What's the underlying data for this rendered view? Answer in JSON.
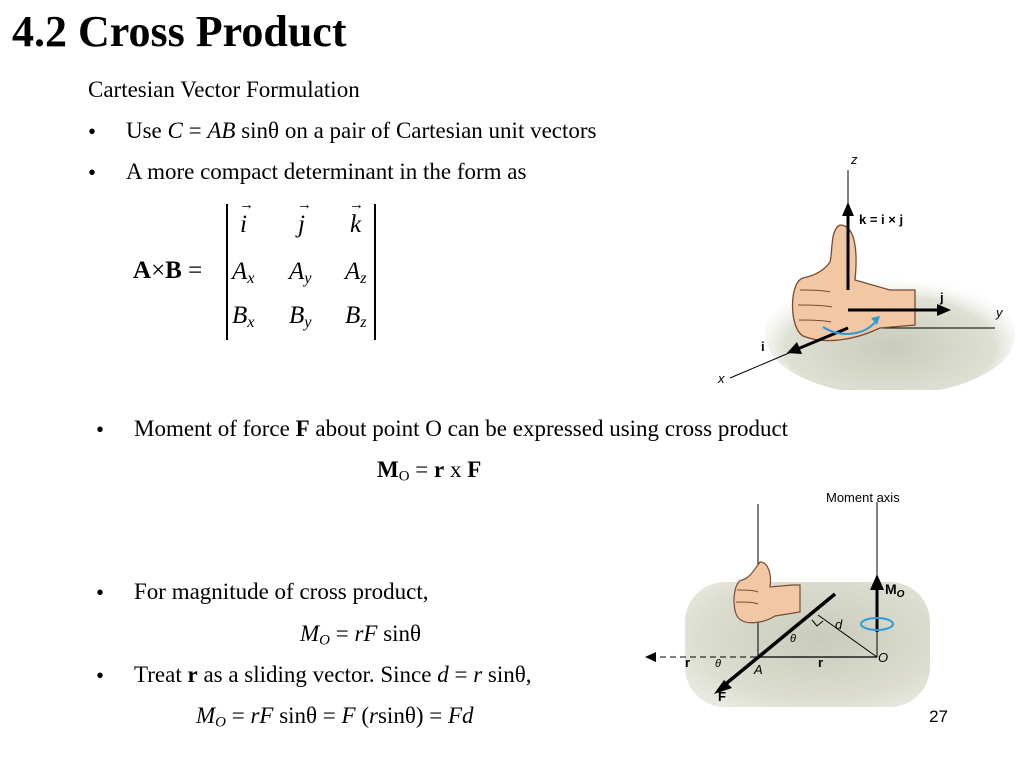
{
  "slide": {
    "title": "4.2 Cross Product",
    "subtitle": "Cartesian Vector Formulation",
    "bullets": {
      "b1": {
        "pre": "Use ",
        "formula_c": "C",
        "formula_eq": " = ",
        "formula_ab": "AB",
        "formula_sin": " sinθ",
        "post": " on a pair of Cartesian unit vectors"
      },
      "b2": {
        "text": "A more compact determinant in the form as"
      },
      "b3": {
        "pre": "Moment of force ",
        "bold": "F",
        "post": " about point O can be expressed using cross product"
      },
      "b4": {
        "text": "For magnitude of cross product,"
      },
      "b5": {
        "pre": "Treat ",
        "bold": "r",
        "mid": " as a sliding vector. Since ",
        "d": "d",
        "eq": " = ",
        "r": "r",
        "post": " sinθ,"
      }
    },
    "equations": {
      "mo_cross": {
        "m": "M",
        "sub": "O",
        "eq": " = ",
        "r": "r",
        "x": " x ",
        "f": "F"
      },
      "mo_mag": {
        "m": "M",
        "sub": "O",
        "eq": " = ",
        "rf": "rF",
        "sin": " sinθ"
      },
      "mo_final": {
        "m": "M",
        "sub": "O",
        "eq1": " = ",
        "rf": "rF",
        "sin": " sinθ = ",
        "f": "F",
        "paren": " (",
        "r": "r",
        "sin2": "sinθ) = ",
        "fd": "Fd"
      }
    },
    "determinant": {
      "lhs_a": "A",
      "lhs_x": "×",
      "lhs_b": "B",
      "lhs_eq": "=",
      "row1": [
        "i",
        "j",
        "k"
      ],
      "row2": [
        {
          "b": "A",
          "s": "x"
        },
        {
          "b": "A",
          "s": "y"
        },
        {
          "b": "A",
          "s": "z"
        }
      ],
      "row3": [
        {
          "b": "B",
          "s": "x"
        },
        {
          "b": "B",
          "s": "y"
        },
        {
          "b": "B",
          "s": "z"
        }
      ]
    },
    "figure1": {
      "z": "z",
      "k_label": "k = i × j",
      "j": "j",
      "y": "y",
      "i": "i",
      "x": "x"
    },
    "figure2": {
      "axis": "Moment axis",
      "mo": "M",
      "mo_sub": "O",
      "theta1": "θ",
      "d": "d",
      "r1": "r",
      "theta2": "θ",
      "a": "A",
      "r2": "r",
      "o": "O",
      "f": "F"
    },
    "page_number": "27"
  }
}
